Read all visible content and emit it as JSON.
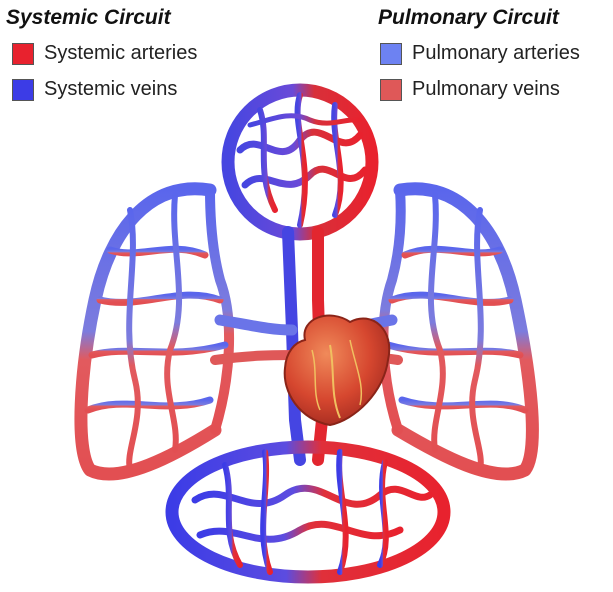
{
  "legend": {
    "systemic": {
      "title": "Systemic Circuit",
      "items": [
        {
          "label": "Systemic arteries",
          "color": "#e8222e"
        },
        {
          "label": "Systemic veins",
          "color": "#3c3ce6"
        }
      ]
    },
    "pulmonary": {
      "title": "Pulmonary Circuit",
      "items": [
        {
          "label": "Pulmonary arteries",
          "color": "#6d82f2"
        },
        {
          "label": "Pulmonary veins",
          "color": "#df5858"
        }
      ]
    }
  },
  "colors": {
    "systemic_artery": "#e8222e",
    "systemic_vein": "#3c3ce6",
    "pulmonary_artery": "#6d82f2",
    "pulmonary_vein": "#df5858",
    "heart": "#d9503a"
  }
}
